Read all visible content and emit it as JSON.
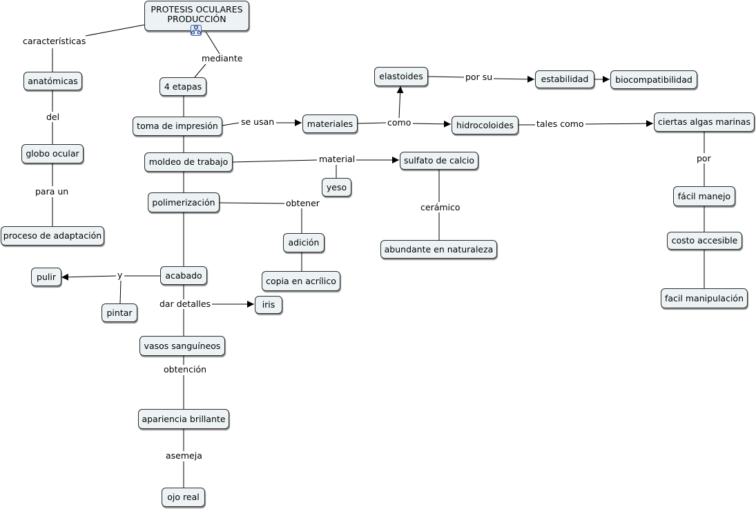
{
  "colors": {
    "node_fill": "#edf3f5",
    "node_border": "#2b2b2b",
    "line": "#000000",
    "background": "#ffffff"
  },
  "icons": {
    "title_icon": "concept-map-icon"
  },
  "nodes": {
    "title": "PROTESIS OCULARES\nPRODUCCIÓN",
    "anatomicas": "anatómicas",
    "globo": "globo ocular",
    "proceso": "proceso de adaptación",
    "etapas": "4 etapas",
    "toma": "toma de impresión",
    "moldeo": "moldeo de trabajo",
    "polimerizacion": "polimerización",
    "acabado": "acabado",
    "pulir": "pulir",
    "pintar": "pintar",
    "iris": "iris",
    "vasos": "vasos sanguíneos",
    "apariencia": "apariencia brillante",
    "ojo": "ojo real",
    "materiales": "materiales",
    "elastoides": "elastoides",
    "estabilidad": "estabilidad",
    "biocompat": "biocompatibilidad",
    "hidrocoloides": "hidrocoloides",
    "algas": "ciertas algas marinas",
    "facil_manejo": "fácil manejo",
    "costo": "costo accesible",
    "facil_manip": "facil manipulación",
    "sulfato": "sulfato de calcio",
    "yeso": "yeso",
    "abundante": "abundante en naturaleza",
    "adicion": "adición",
    "copia": "copia en acrílico"
  },
  "labels": {
    "caracteristicas": "características",
    "del": "del",
    "para_un": "para un",
    "mediante": "mediante",
    "se_usan": "se usan",
    "como": "como",
    "por_su": "por su",
    "tales_como": "tales como",
    "por": "por",
    "material": "material",
    "ceramico": "cerámico",
    "obtener": "obtener",
    "y": "y",
    "dar_detalles": "dar detalles",
    "obtencion": "obtención",
    "asemeja": "asemeja"
  }
}
